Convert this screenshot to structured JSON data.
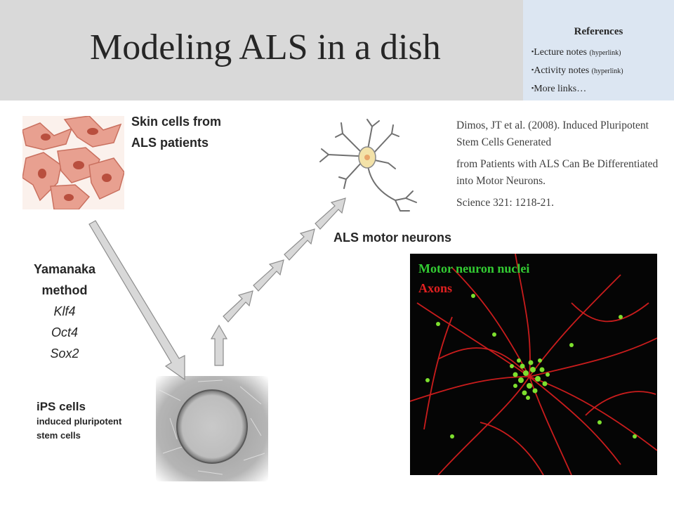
{
  "slide": {
    "title": "Modeling ALS in a dish",
    "references": {
      "heading": "References",
      "items": [
        {
          "bullet": "▪",
          "text": "Lecture notes ",
          "note": "(hyperlink)"
        },
        {
          "bullet": "▪",
          "text": "Activity notes ",
          "note": "(hyperlink)"
        },
        {
          "bullet": "▪",
          "text": "More links…",
          "note": ""
        }
      ]
    },
    "skin": {
      "line1": "Skin cells from",
      "line2": "ALS patients"
    },
    "yamanaka": {
      "line1": "Yamanaka",
      "line2": "method",
      "factors": [
        "Klf4",
        "Oct4",
        "Sox2"
      ]
    },
    "ips": {
      "title": "iPS cells",
      "line1": "induced pluripotent",
      "line2": "stem cells"
    },
    "motor_label": "ALS motor neurons",
    "citation": [
      "Dimos, JT et al. (2008). Induced Pluripotent Stem Cells Generated",
      "from Patients with ALS Can Be Differentiated into Motor Neurons.",
      "Science 321: 1218-21."
    ],
    "photo_legend": [
      {
        "text": "Motor neuron nuclei",
        "color": "#33cc33"
      },
      {
        "text": "Axons",
        "color": "#e02020"
      }
    ],
    "colors": {
      "header_bg": "#d9d9d9",
      "refs_bg": "#dce6f2",
      "arrow_fill": "#d8d8d8",
      "arrow_stroke": "#8c8c8c"
    }
  }
}
